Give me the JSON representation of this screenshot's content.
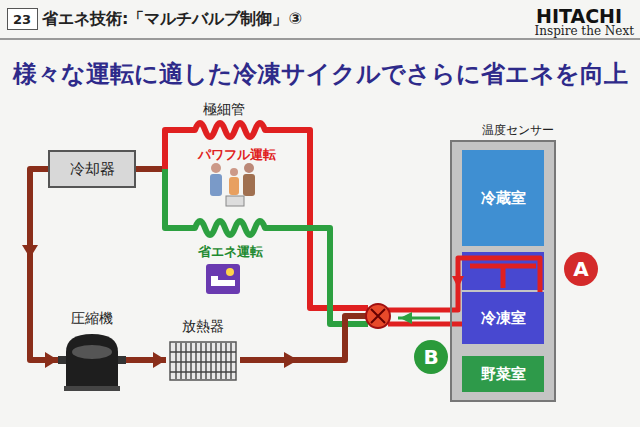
{
  "diagram": {
    "title": "様々な運転に適した冷凍サイクルでさらに省エネを向上",
    "nodes": [
      {
        "text": [
          "23"
        ]
      },
      {
        "text": [
          "冷却器"
        ]
      },
      {
        "text": [
          "圧縮機"
        ]
      },
      {
        "text": [
          "放熱器"
        ]
      },
      {
        "text": [
          "温度センサー"
        ]
      },
      {
        "text": [
          "冷蔵室"
        ],
        "in": 4
      },
      {
        "text": [
          "冷凍室"
        ],
        "in": 4
      },
      {
        "text": [
          "野菜室"
        ],
        "in": 4
      },
      {
        "text": [
          "A"
        ]
      },
      {
        "text": [
          "B"
        ]
      }
    ],
    "edges": [
      {
        "from": 1,
        "to": 2,
        "arrow": "to"
      },
      {
        "from": 2,
        "to": 3,
        "arrow": "to"
      }
    ],
    "labels": [
      "省エネ技術:「マルチバルブ制御」③",
      "HITACHI",
      "Inspire the Next",
      "極細管",
      "パワフル運転",
      "省エネ運転"
    ]
  }
}
